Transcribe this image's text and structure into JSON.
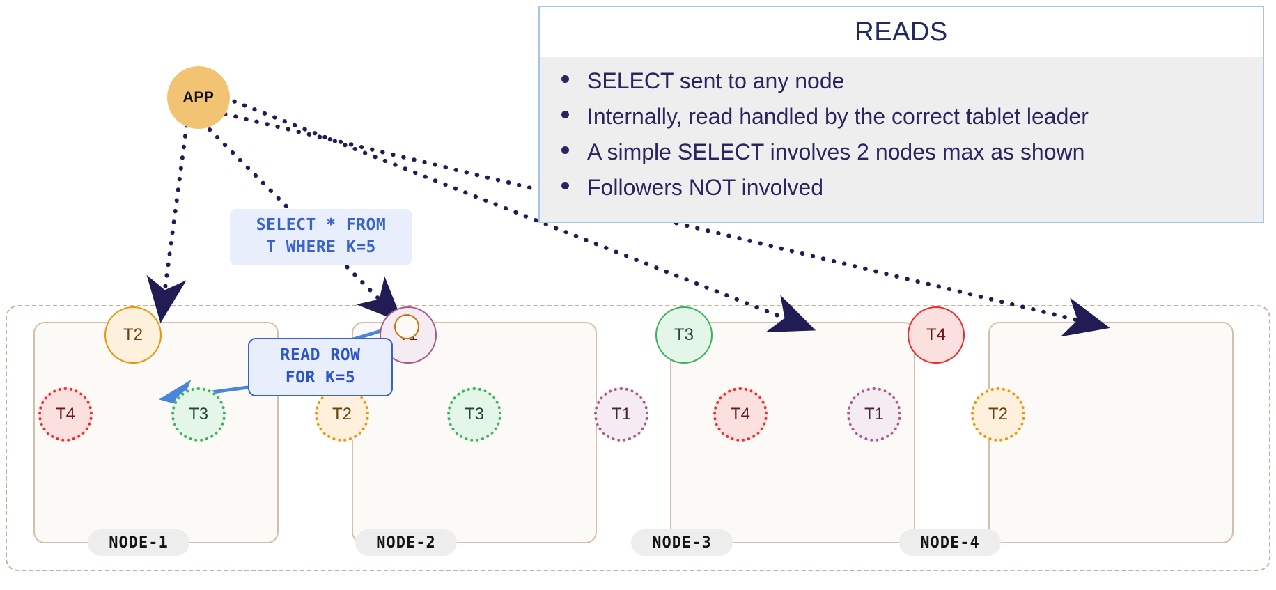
{
  "app": {
    "label": "APP",
    "color": "#F2C373"
  },
  "sql_callout": {
    "line1": "SELECT * FROM",
    "line2": "T WHERE K=5",
    "color": "#3A62CE"
  },
  "read_callout": {
    "line1": "READ ROW",
    "line2": "FOR K=5",
    "color": "#2B55C8"
  },
  "reads_panel": {
    "title": "READS",
    "bullets": [
      "SELECT sent to any node",
      "Internally, read handled by the correct tablet leader",
      "A simple SELECT involves 2 nodes max as shown",
      "Followers NOT involved"
    ],
    "border_color": "#A8C5E8",
    "body_color": "#EEEEEE",
    "text_color": "#2A2560"
  },
  "cluster": {
    "border_color": "#C9AE9A",
    "nodes": [
      {
        "name": "NODE-1",
        "leader": {
          "label": "T2",
          "color": "orange"
        },
        "followers": [
          {
            "label": "T4",
            "color": "red"
          },
          {
            "label": "T3",
            "color": "green"
          }
        ]
      },
      {
        "name": "NODE-2",
        "leader": {
          "label": "T1",
          "color": "purple"
        },
        "followers": [
          {
            "label": "T2",
            "color": "orange"
          },
          {
            "label": "T3",
            "color": "green"
          }
        ]
      },
      {
        "name": "NODE-3",
        "leader": {
          "label": "T3",
          "color": "green"
        },
        "followers": [
          {
            "label": "T1",
            "color": "purple"
          },
          {
            "label": "T4",
            "color": "red"
          }
        ]
      },
      {
        "name": "NODE-4",
        "leader": {
          "label": "T4",
          "color": "red"
        },
        "followers": [
          {
            "label": "T1",
            "color": "purple"
          },
          {
            "label": "T2",
            "color": "orange"
          }
        ]
      }
    ]
  },
  "arrows": {
    "dotted_color": "#221C54",
    "read_arrow_color": "#4A86D8"
  }
}
